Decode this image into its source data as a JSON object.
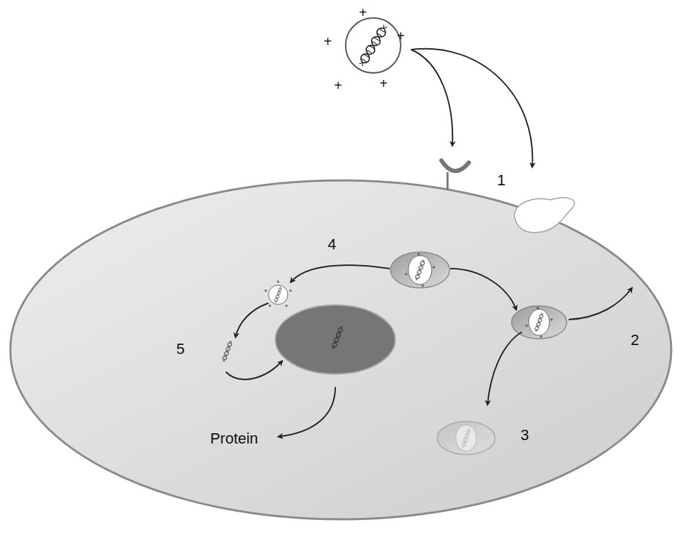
{
  "diagram": {
    "labels": [
      "+",
      "+",
      "+",
      "+",
      "+",
      "1",
      "4",
      "2",
      "5",
      "3",
      "Protein"
    ]
  }
}
